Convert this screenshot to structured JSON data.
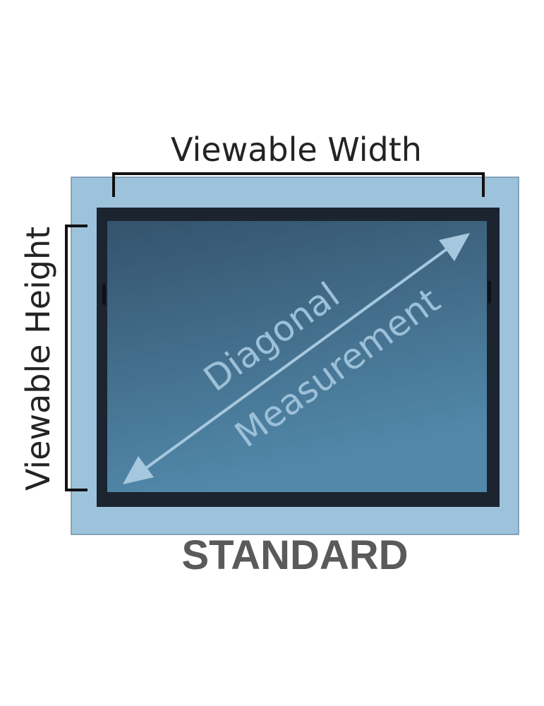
{
  "labels": {
    "width": "Viewable Width",
    "height": "Viewable Height",
    "diagonal_line1": "Diagonal",
    "diagonal_line2": "Measurement",
    "type": "STANDARD"
  },
  "colors": {
    "outer_frame": "#9dc3dc",
    "outer_frame_border": "#6f8fa8",
    "screen_border": "#1c2430",
    "screen_top": "#34536c",
    "screen_bottom": "#5289ab",
    "arrow": "#a6c8de",
    "bracket": "#111111",
    "type_label": "#5a5a5a"
  }
}
